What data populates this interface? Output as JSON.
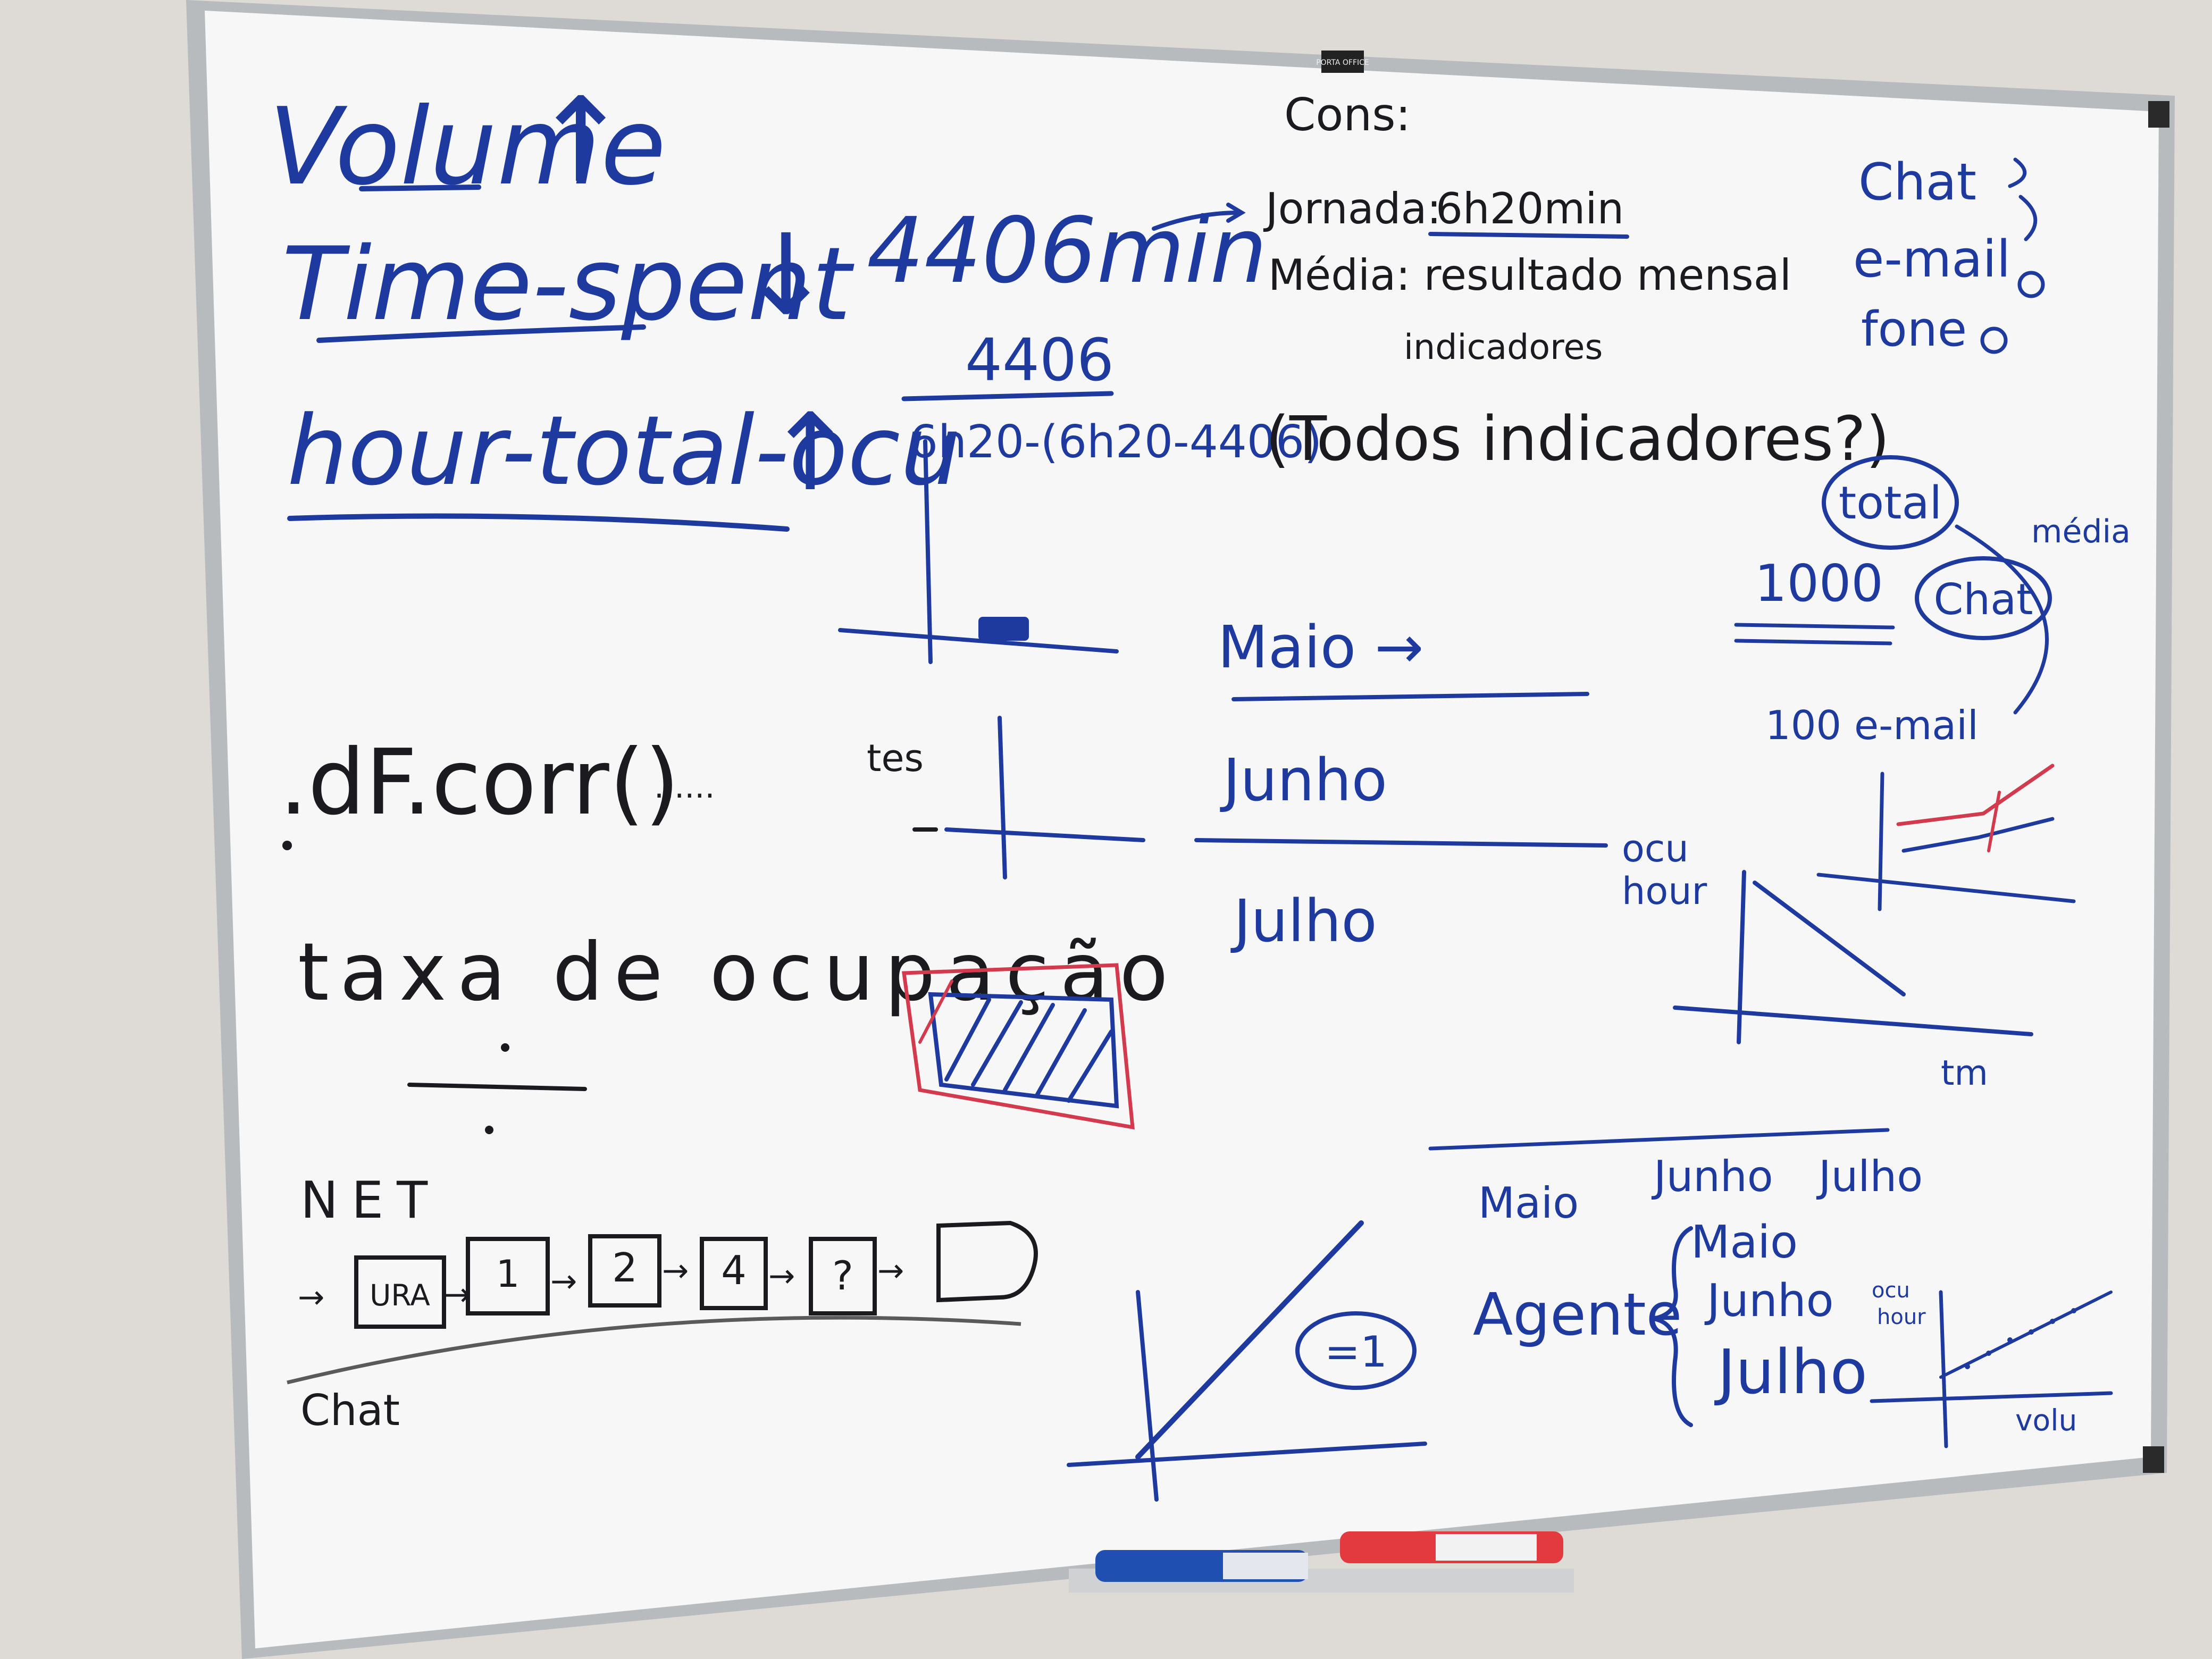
{
  "colors": {
    "blue_marker": "#1e3a9e",
    "black_marker": "#1b1b1f",
    "red_marker": "#d43a4d",
    "board": "#f7f8f7",
    "frame": "#b8bbbd"
  },
  "frame_logo": "PORTA OFFICE",
  "left": {
    "volume": "Volume",
    "volume_arrow": "↑",
    "time_spent": "Time-spent",
    "time_arrow": "↓",
    "hour_total": "hour-total-ocu",
    "hour_arrow": "↑",
    "df_corr": ".dF.corr()",
    "dots": "......",
    "taxa": "taxa de ocupação",
    "net": "NET",
    "chat": "Chat",
    "flow_boxes": [
      "URA",
      "1",
      "2",
      "4",
      "?",
      ""
    ]
  },
  "middle": {
    "total_min": "4406min",
    "n4406": "4406",
    "formula": "6h20-(6h20-4406)",
    "todos": "(Todos indicadores?)",
    "tes": "tes",
    "cons": "Cons:",
    "jornada_label": "Jornada:",
    "jornada_value": "6h20min",
    "media_line": "Média: resultado mensal",
    "indicadores": "indicadores",
    "months": [
      "Maio →",
      "Junho",
      "Julho"
    ]
  },
  "right": {
    "channels": [
      "Chat",
      "e-mail",
      "fone"
    ],
    "total": "total",
    "media": "média",
    "n1000": "1000",
    "chat_circle": "Chat",
    "email100": "100 e-mail",
    "ocu_hour": [
      "ocu",
      "hour"
    ],
    "tm": "tm",
    "month_row": [
      "Maio",
      "Junho",
      "Julho"
    ],
    "agente": "Agente",
    "agente_months": [
      "Maio",
      "Junho",
      "Julho"
    ],
    "circled_eq": "=1",
    "ocu_hour_small": [
      "ocu",
      "hour"
    ],
    "volu": "volu"
  }
}
